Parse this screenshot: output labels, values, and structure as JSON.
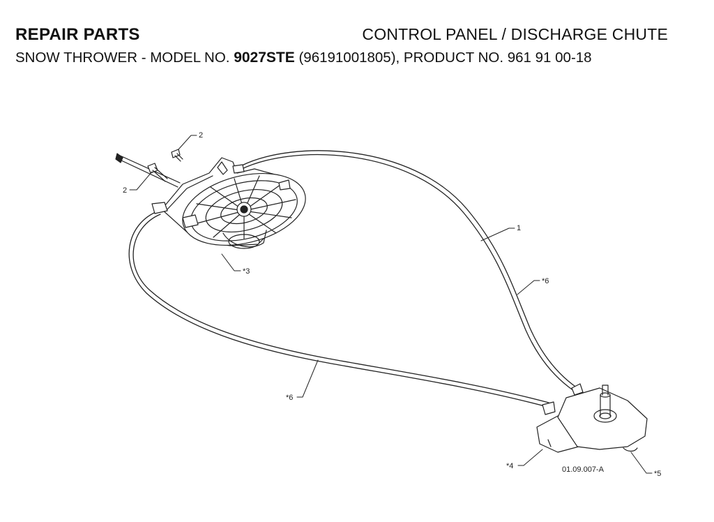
{
  "header": {
    "section": "REPAIR PARTS",
    "title": "CONTROL PANEL / DISCHARGE CHUTE",
    "subtitle_prefix": "SNOW THROWER - MODEL NO. ",
    "model_no": "9027STE",
    "subtitle_suffix": " (96191001805), PRODUCT NO. 961 91 00-18"
  },
  "diagram": {
    "callouts": {
      "bolt_top": "2",
      "bolt_left": "2",
      "control_assembly": "*3",
      "cable_upper": "1",
      "cable_right": "*6",
      "cable_lower": "*6",
      "bracket": "*4",
      "chute_base": "*5"
    },
    "drawing_ref": "01.09.007-A"
  }
}
